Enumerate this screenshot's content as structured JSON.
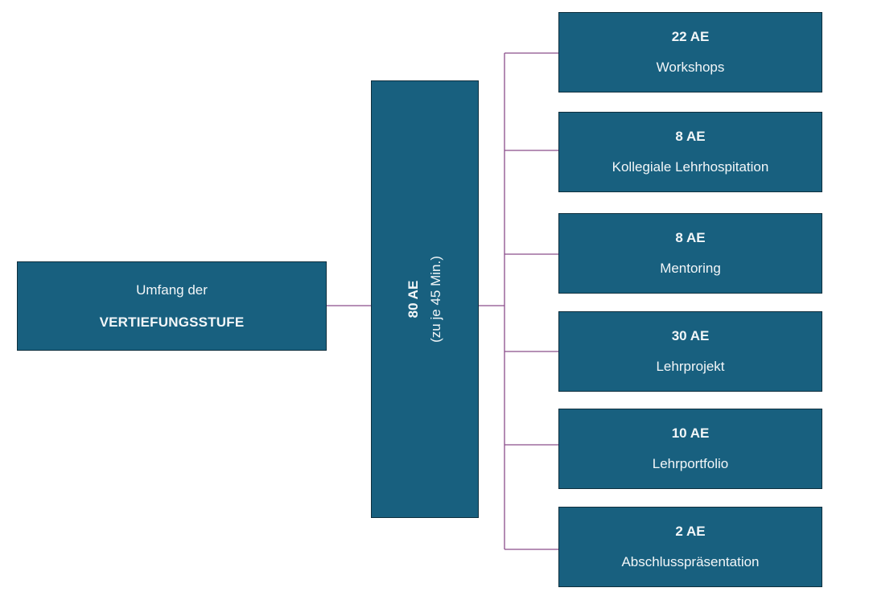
{
  "colors": {
    "box_fill": "#18607f",
    "box_border": "#0e2f3e",
    "text": "#f2f6f8",
    "connector": "#8b4d8b",
    "background": "#ffffff"
  },
  "root": {
    "line1": "Umfang der",
    "line2": "VERTIEFUNGSSTUFE"
  },
  "total": {
    "amount": "80 AE",
    "note": "(zu je 45 Min.)"
  },
  "components": [
    {
      "amount": "22 AE",
      "label": "Workshops"
    },
    {
      "amount": "8 AE",
      "label": "Kollegiale Lehrhospitation"
    },
    {
      "amount": "8 AE",
      "label": "Mentoring"
    },
    {
      "amount": "30 AE",
      "label": "Lehrprojekt"
    },
    {
      "amount": "10 AE",
      "label": "Lehrportfolio"
    },
    {
      "amount": "2 AE",
      "label": "Abschlusspräsentation"
    }
  ]
}
